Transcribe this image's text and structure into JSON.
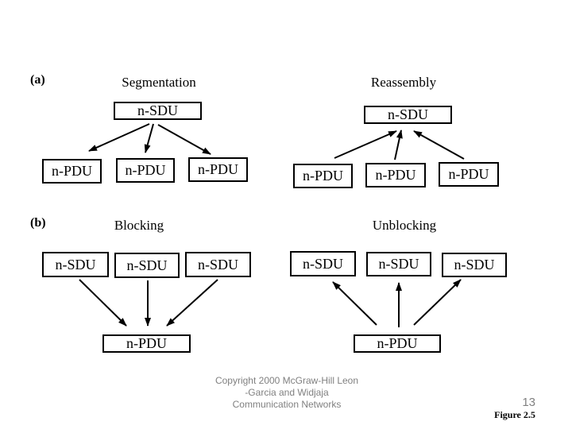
{
  "panel_a": {
    "label": "(a)",
    "segmentation": {
      "title": "Segmentation",
      "sdu": "n-SDU",
      "pdus": [
        "n-PDU",
        "n-PDU",
        "n-PDU"
      ]
    },
    "reassembly": {
      "title": "Reassembly",
      "sdu": "n-SDU",
      "pdus": [
        "n-PDU",
        "n-PDU",
        "n-PDU"
      ]
    }
  },
  "panel_b": {
    "label": "(b)",
    "blocking": {
      "title": "Blocking",
      "sdus": [
        "n-SDU",
        "n-SDU",
        "n-SDU"
      ],
      "pdu": "n-PDU"
    },
    "unblocking": {
      "title": "Unblocking",
      "sdus": [
        "n-SDU",
        "n-SDU",
        "n-SDU"
      ],
      "pdu": "n-PDU"
    }
  },
  "footer": {
    "copyright_lines": [
      "Copyright 2000 McGraw-Hill Leon",
      "-Garcia and Widjaja",
      "Communication Networks"
    ],
    "page_number": "13",
    "figure_label": "Figure 2.5"
  },
  "colors": {
    "background": "#ffffff",
    "text": "#000000",
    "box_border": "#000000",
    "arrow": "#000000",
    "footer_text": "#808080"
  }
}
